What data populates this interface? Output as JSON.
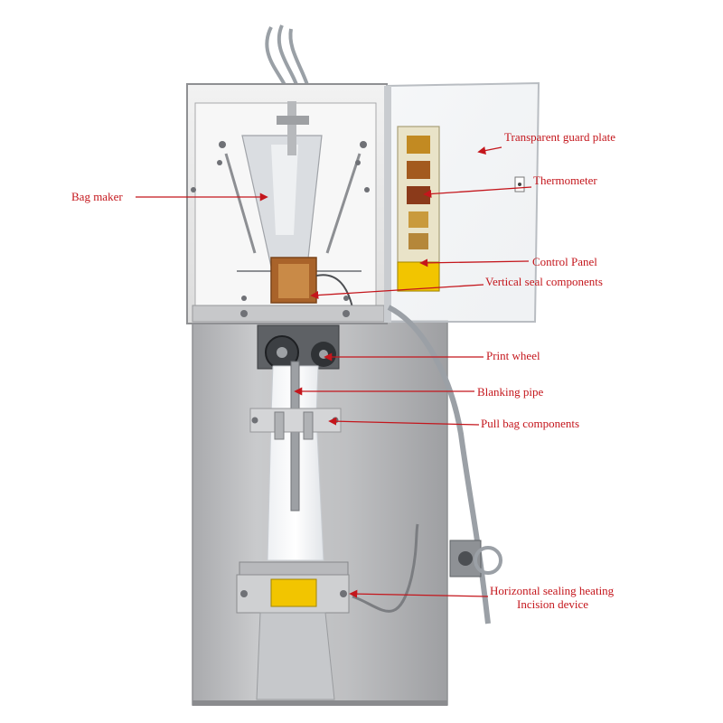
{
  "labels": {
    "transparent_guard_plate": "Transparent guard plate",
    "thermometer": "Thermometer",
    "bag_maker": "Bag maker",
    "control_panel": "Control Panel",
    "vertical_seal_components": "Vertical seal components",
    "print_wheel": "Print wheel",
    "blanking_pipe": "Blanking pipe",
    "pull_bag_components": "Pull bag components",
    "horizontal_sealing_heating": "Horizontal sealing heating",
    "incision_device": "Incision device"
  },
  "colors": {
    "label_red": "#c4161c",
    "machine_steel": "#bfc0c2",
    "warning_yellow": "#f2c500"
  }
}
